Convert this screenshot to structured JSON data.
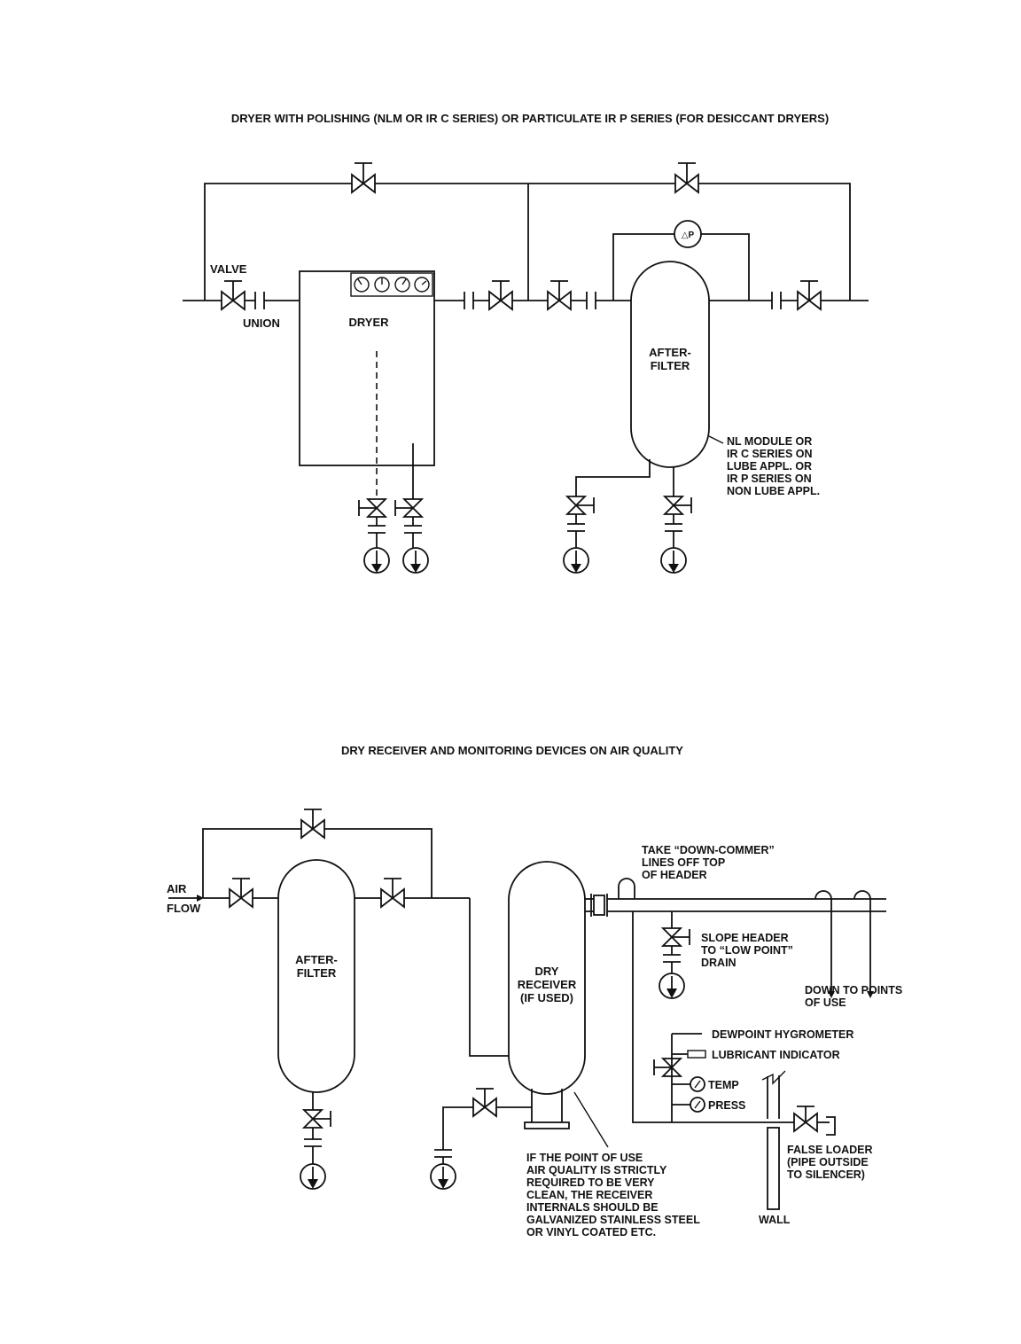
{
  "diagram1": {
    "title": "DRYER WITH POLISHING (NLM OR IR C SERIES) OR PARTICULATE IR P SERIES (FOR DESICCANT DRYERS)",
    "valve_label": "VALVE",
    "union_label": "UNION",
    "dryer_label": "DRYER",
    "dp_label": "△P",
    "afterfilter_label": [
      "AFTER-",
      "FILTER"
    ],
    "note_lines": [
      "NL MODULE OR",
      "IR C SERIES ON",
      "LUBE APPL. OR",
      "IR P SERIES ON",
      "NON LUBE APPL."
    ]
  },
  "diagram2": {
    "title": "DRY RECEIVER AND MONITORING DEVICES ON AIR QUALITY",
    "air_flow_label": [
      "AIR",
      "FLOW"
    ],
    "afterfilter_label": [
      "AFTER-",
      "FILTER"
    ],
    "receiver_label": [
      "DRY",
      "RECEIVER",
      "(IF USED)"
    ],
    "header_note": [
      "TAKE “DOWN-COMMER”",
      "LINES OFF TOP",
      "OF HEADER"
    ],
    "slope_note": [
      "SLOPE HEADER",
      "TO “LOW POINT”",
      "DRAIN"
    ],
    "down_note": [
      "DOWN TO POINTS",
      "OF USE"
    ],
    "dewpoint_label": "DEWPOINT HYGROMETER",
    "lubricant_label": "LUBRICANT INDICATOR",
    "temp_label": "TEMP",
    "press_label": "PRESS",
    "false_loader_note": [
      "FALSE LOADER",
      "(PIPE OUTSIDE",
      "TO SILENCER)"
    ],
    "wall_label": "WALL",
    "receiver_note": [
      "IF THE POINT OF USE",
      "AIR QUALITY IS STRICTLY",
      "REQUIRED TO BE VERY",
      "CLEAN, THE RECEIVER",
      "INTERNALS SHOULD BE",
      "GALVANIZED STAINLESS STEEL",
      "OR VINYL COATED ETC."
    ]
  }
}
